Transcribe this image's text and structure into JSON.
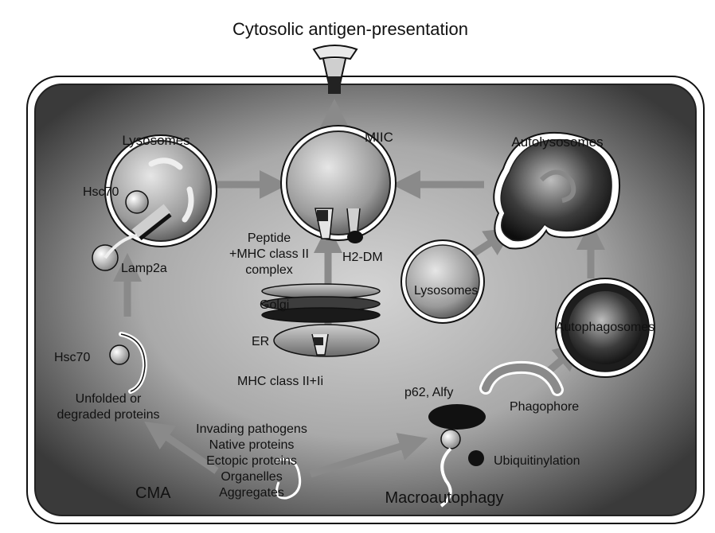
{
  "top_title": "Cytosolic antigen-presentation",
  "labels": {
    "lysosomes_left": "Lysosomes",
    "hsc70_top": "Hsc70",
    "lamp2a": "Lamp2a",
    "hsc70_bottom": "Hsc70",
    "unfolded_line1": "Unfolded or",
    "unfolded_line2": "degraded proteins",
    "cma": "CMA",
    "miic": "MIIC",
    "peptide_line1": "Peptide",
    "peptide_line2": "+MHC class II",
    "peptide_line3": "complex",
    "h2dm": "H2-DM",
    "golgi": "Golgi",
    "er": "ER",
    "mhc_ii_li": "MHC class II+Ii",
    "substrates": [
      "Invading pathogens",
      "Native proteins",
      "Ectopic proteins",
      "Organelles",
      "Aggregates"
    ],
    "p62": "p62, Alfy",
    "ubiquitinylation": "Ubiquitinylation",
    "macroautophagy": "Macroautophagy",
    "autolysosomes": "Autolysosomes",
    "lysosomes_right": "Lysosomes",
    "autophagosomes": "Autophagosomes",
    "phagophore": "Phagophore"
  },
  "colors": {
    "cell_dark": "#3a3a3a",
    "cell_light": "#c8c8c8",
    "arrow": "#8a8a8a",
    "outline": "#1a1a1a"
  }
}
